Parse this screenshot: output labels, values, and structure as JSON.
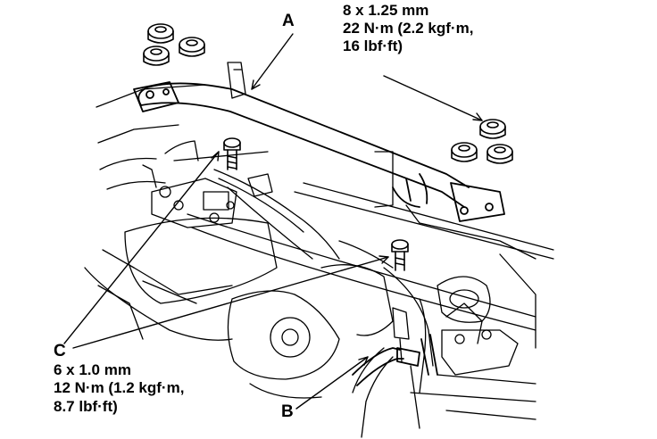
{
  "labels": {
    "A": "A",
    "B": "B",
    "C": "C"
  },
  "spec_a": {
    "line1": "8 x 1.25 mm",
    "line2": "22 N·m (2.2 kgf·m,",
    "line3": "16 lbf·ft)"
  },
  "spec_c": {
    "line1": "6 x 1.0 mm",
    "line2": "12 N·m (1.2 kgf·m,",
    "line3": "8.7 lbf·ft)"
  }
}
